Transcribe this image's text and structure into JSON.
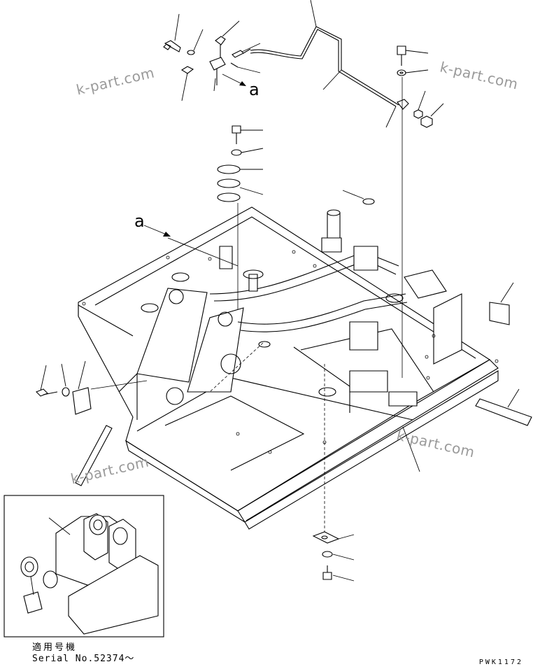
{
  "diagram": {
    "callout_letter_top": "a",
    "callout_letter_left": "a",
    "watermarks": [
      "k-part.com",
      "k-part.com",
      "k-part.com",
      "k-part.com"
    ],
    "inset": {
      "applicability_label": "適用号機",
      "serial_label": "Serial No.52374〜"
    },
    "drawing_code": "PWK1172"
  }
}
